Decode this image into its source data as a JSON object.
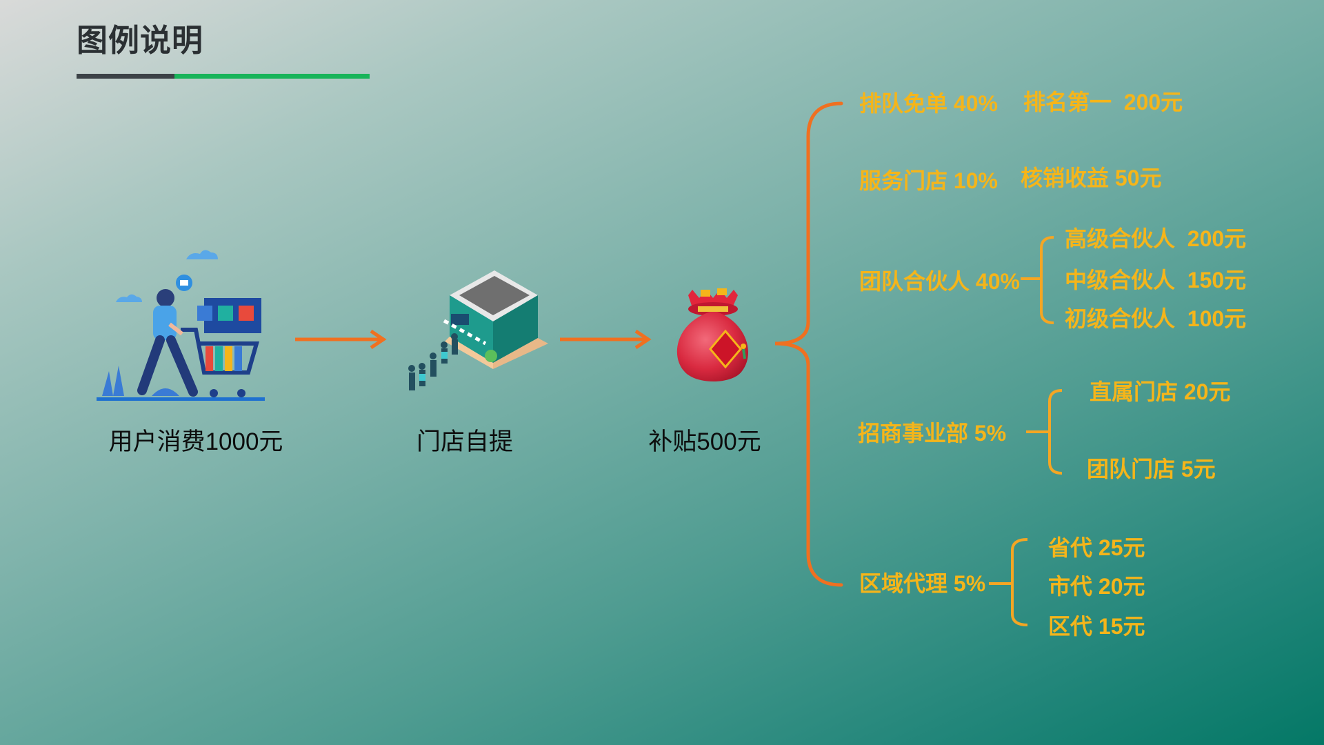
{
  "header": {
    "title": "图例说明"
  },
  "flow": [
    {
      "label": "用户消费1000元",
      "icon": "shopping-cart-user-icon"
    },
    {
      "label": "门店自提",
      "icon": "store-building-icon"
    },
    {
      "label": "补贴500元",
      "icon": "red-money-bag-icon"
    }
  ],
  "distribution": [
    {
      "label": "排队免单 40%",
      "items": [
        "排名第一  200元"
      ]
    },
    {
      "label": "服务门店 10%",
      "items": [
        "核销收益 50元"
      ]
    },
    {
      "label": "团队合伙人 40%",
      "items": [
        "高级合伙人  200元",
        "中级合伙人  150元",
        "初级合伙人  100元"
      ]
    },
    {
      "label": "招商事业部 5%",
      "items": [
        "直属门店 20元",
        "团队门店 5元"
      ]
    },
    {
      "label": "区域代理 5%",
      "items": [
        "省代 25元",
        "市代 20元",
        "区代 15元"
      ]
    }
  ],
  "colors": {
    "accent_orange": "#f07020",
    "text_gold": "#f5b51a",
    "underline_green": "#18b45a",
    "underline_dark": "#3c4247"
  }
}
